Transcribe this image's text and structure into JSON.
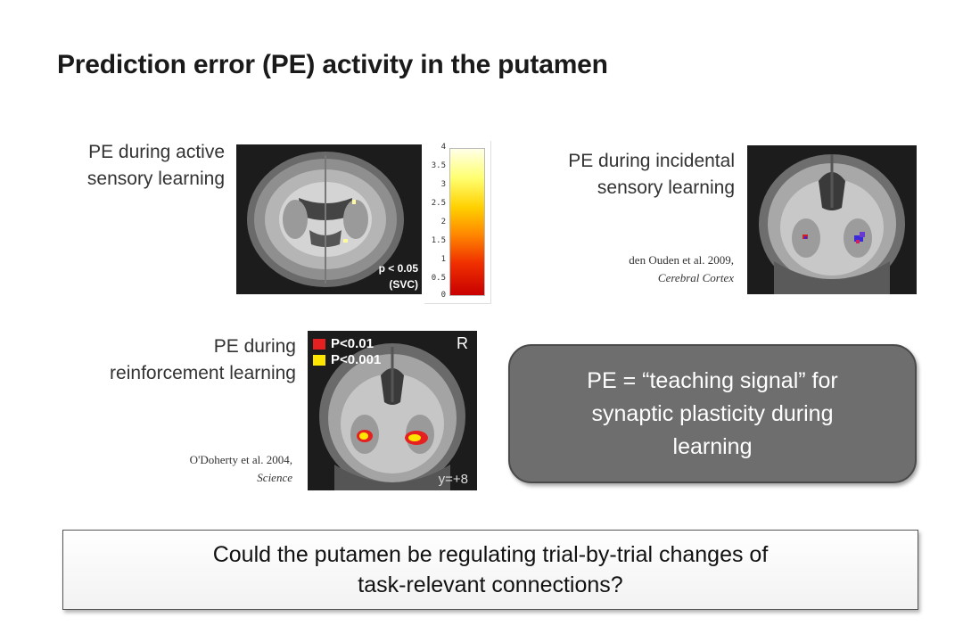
{
  "title": "Prediction error (PE) activity in the putamen",
  "panels": {
    "active": {
      "label_line1": "PE during active",
      "label_line2": "sensory learning",
      "pvalue_line1": "p < 0.05",
      "pvalue_line2": "(SVC)",
      "colorbar_ticks": [
        "4",
        "3.5",
        "3",
        "2.5",
        "2",
        "1.5",
        "1",
        "0.5",
        "0"
      ]
    },
    "incidental": {
      "label_line1": "PE during incidental",
      "label_line2": "sensory learning",
      "cite_authors": "den Ouden et al.  2009,",
      "cite_journal": "Cerebral Cortex"
    },
    "reinforcement": {
      "label_line1": "PE during",
      "label_line2": "reinforcement learning",
      "cite_authors": "O'Doherty et al.  2004,",
      "cite_journal": "Science",
      "legend": [
        {
          "text": "P<0.01",
          "color": "#e52020"
        },
        {
          "text": "P<0.001",
          "color": "#ffe600"
        }
      ],
      "orientation_mark": "R",
      "slice_mark": "y=+8"
    }
  },
  "callout": {
    "line1": "PE = “teaching signal” for",
    "line2": "synaptic plasticity during",
    "line3": "learning"
  },
  "question": {
    "line1": "Could the putamen be regulating trial-by-trial changes of",
    "line2": "task-relevant connections?"
  }
}
